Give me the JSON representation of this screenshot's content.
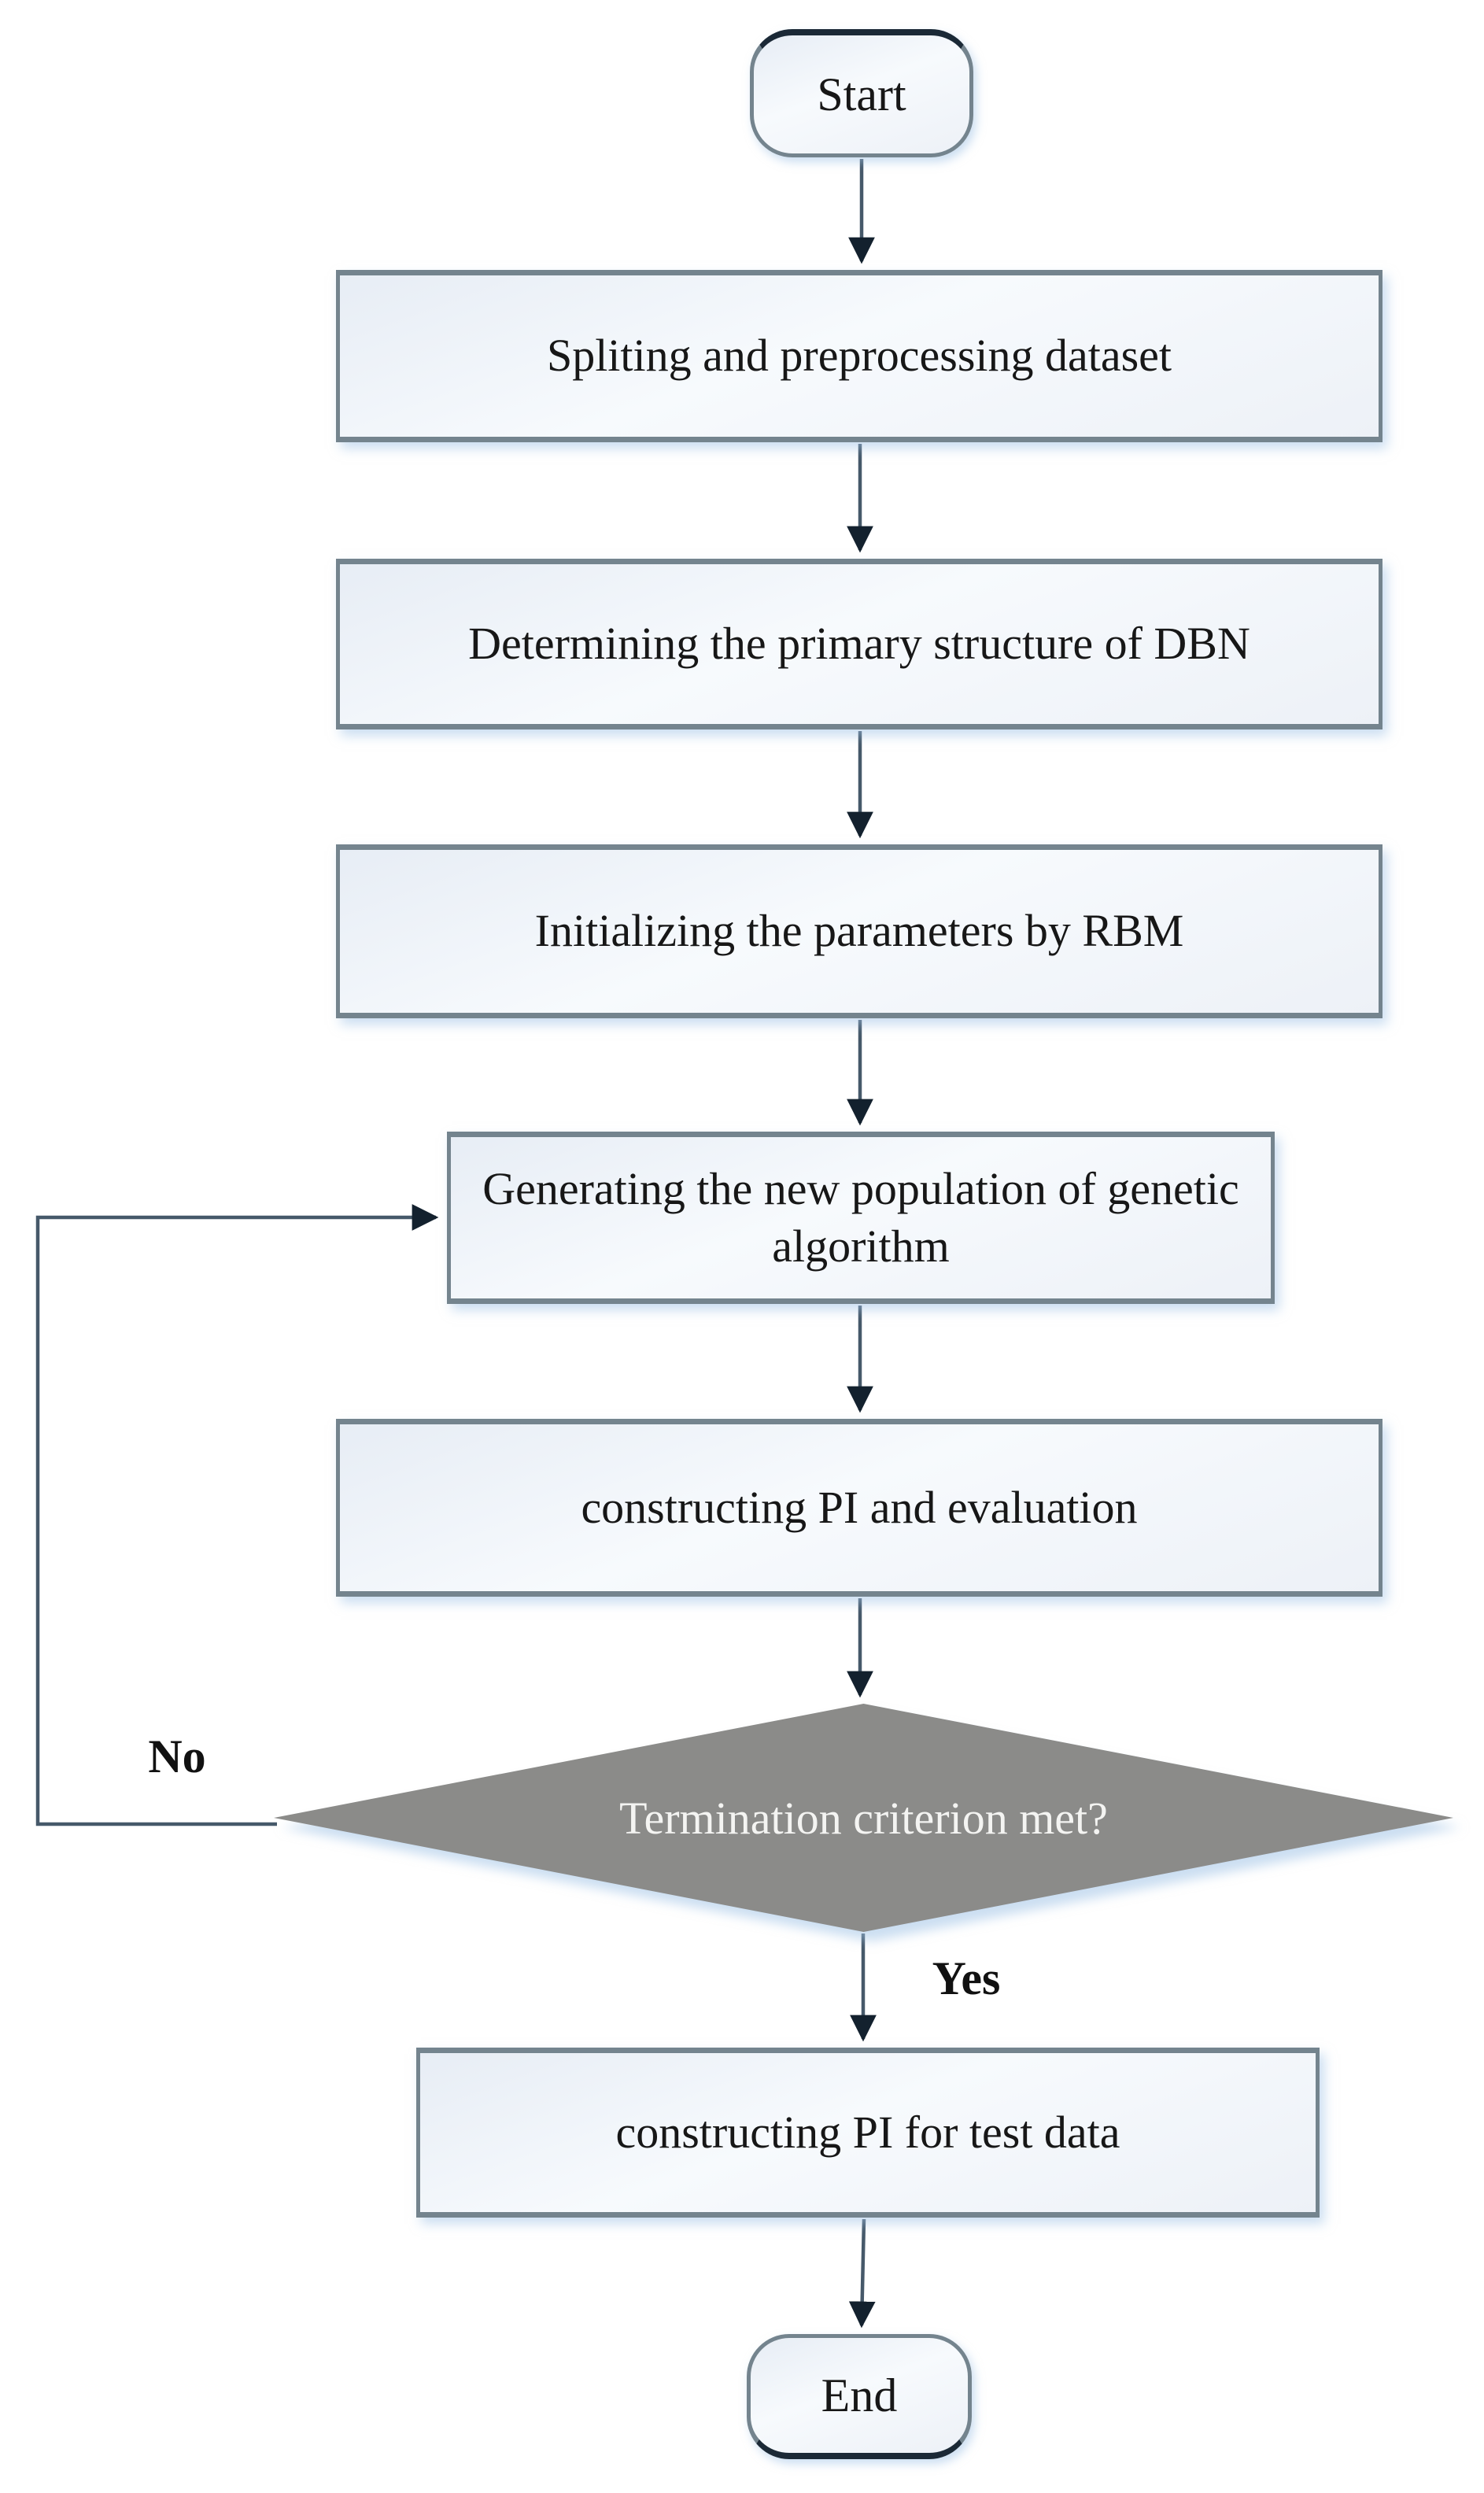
{
  "diagram": {
    "type": "flowchart",
    "nodes": {
      "start": {
        "label": "Start",
        "shape": "rounded"
      },
      "preprocess": {
        "label": "Spliting and preprocessing dataset",
        "shape": "rect"
      },
      "structure": {
        "label": "Determining the primary structure of DBN",
        "shape": "rect"
      },
      "initialize": {
        "label": "Initializing the parameters by RBM",
        "shape": "rect"
      },
      "generate": {
        "label": "Generating the new population of genetic algorithm",
        "shape": "rect"
      },
      "construct_eval": {
        "label": "constructing PI and evaluation",
        "shape": "rect"
      },
      "decision": {
        "label": "Termination criterion met?",
        "shape": "diamond"
      },
      "construct_test": {
        "label": "constructing PI for test data",
        "shape": "rect"
      },
      "end": {
        "label": "End",
        "shape": "rounded"
      }
    },
    "edge_labels": {
      "no": "No",
      "yes": "Yes"
    }
  },
  "colors": {
    "page_bg": "#ffffff",
    "node_border": "#74848e",
    "node_border_dark": "#1b2936",
    "node_fill_a": "#e7edf5",
    "node_fill_b": "#f7fafd",
    "node_fill_c": "#edf1f7",
    "node_text": "#171717",
    "decision_fill": "#8b8b89",
    "decision_text": "#f4f4f2",
    "edge_color": "#46596a",
    "arrowhead_color": "#13212e",
    "label_color": "#111111"
  }
}
